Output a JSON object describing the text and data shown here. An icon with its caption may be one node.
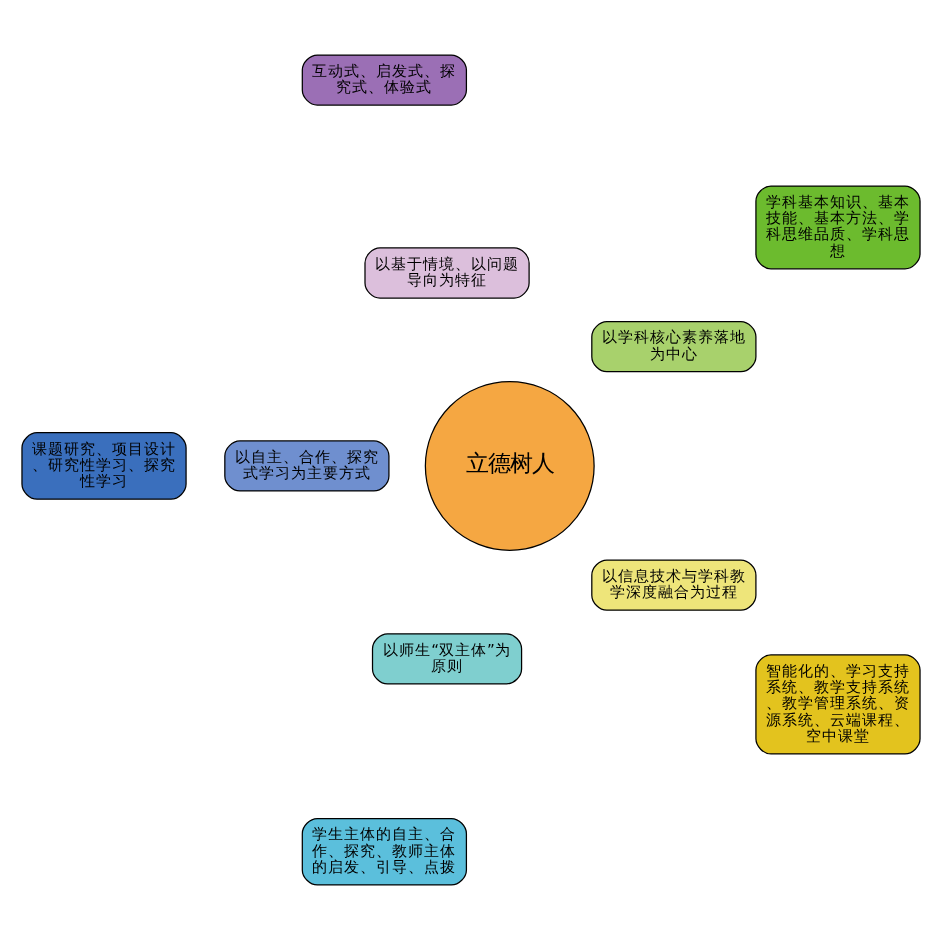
{
  "diagram": {
    "nodes": [
      {
        "text": [
          "立德树人"
        ]
      },
      {
        "text": [
          "以学科核心素养落地为中心"
        ]
      },
      {
        "text": [
          "以基于情境、以问题导向为特征"
        ]
      },
      {
        "text": [
          "以自主、合作、探究式学习为主要方式"
        ]
      },
      {
        "text": [
          "以师生“双主体”为原则"
        ]
      },
      {
        "text": [
          "以信息技术与学科教学深度融合为过程"
        ]
      },
      {
        "text": [
          "学科基本知识、基本技能、基本方法、学科思维品质、学科思想"
        ]
      },
      {
        "text": [
          "互动式、启发式、探究式、体验式"
        ]
      },
      {
        "text": [
          "课题研究、项目设计、研究性学习、探究性学习"
        ]
      },
      {
        "text": [
          "学生主体的自主、合作、探究、教师主体的启发、引导、点拨"
        ]
      },
      {
        "text": [
          "智能化的、学习支持系统、教学支持系统、教学管理系统、资源系统、云端课程、空中课堂"
        ]
      }
    ]
  }
}
